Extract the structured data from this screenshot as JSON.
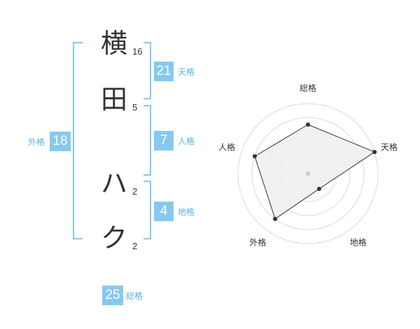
{
  "name": {
    "chars": [
      {
        "char": "横",
        "strokes": "16"
      },
      {
        "char": "田",
        "strokes": "5"
      },
      {
        "char": "ハ",
        "strokes": "2"
      },
      {
        "char": "ク",
        "strokes": "2"
      }
    ]
  },
  "kaku": {
    "tenkaku": {
      "value": "21",
      "label": "天格"
    },
    "jinkaku": {
      "value": "7",
      "label": "人格"
    },
    "chikaku": {
      "value": "4",
      "label": "地格"
    },
    "gaikaku": {
      "value": "18",
      "label": "外格"
    },
    "soukaku": {
      "value": "25",
      "label": "総格"
    }
  },
  "colors": {
    "accent": "#86c9f0",
    "label": "#5cb2e8",
    "text": "#333333",
    "radar_fill": "#efefef",
    "radar_grid": "#d9d9d9"
  },
  "chart_data": {
    "type": "radar",
    "axes": [
      "総格",
      "天格",
      "地格",
      "外格",
      "人格"
    ],
    "values": [
      0.7,
      1.0,
      0.27,
      0.8,
      0.8
    ],
    "range": [
      0,
      1
    ],
    "rings": 5
  }
}
